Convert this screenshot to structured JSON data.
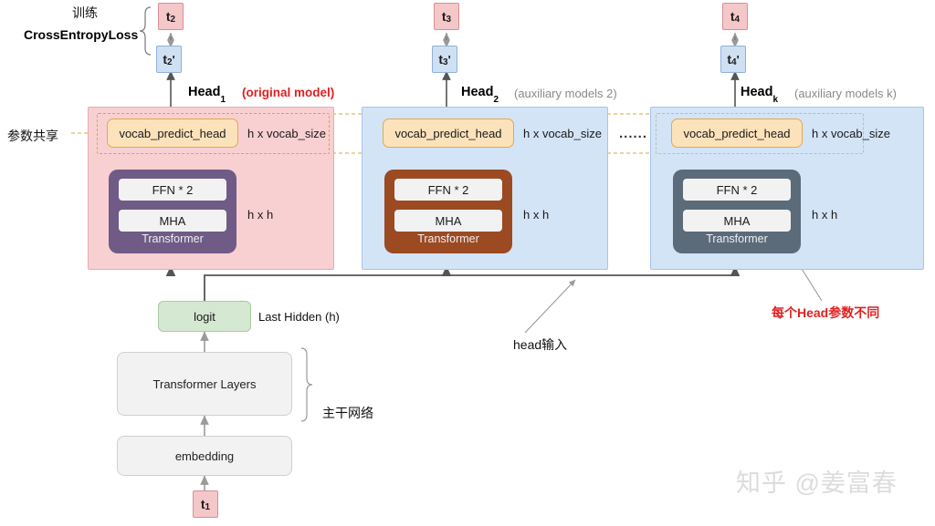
{
  "diagram": {
    "title_labels": {
      "train": "训练",
      "loss": "CrossEntropyLoss",
      "param_share": "参数共享",
      "backbone": "主干网络",
      "head_input": "head输入",
      "each_head_diff": "每个Head参数不同",
      "last_hidden": "Last Hidden (h)"
    },
    "dots": "......",
    "watermark": "知乎 @姜富春",
    "heads": [
      {
        "name_main": "Head",
        "name_sub": "1",
        "caption": "(original model)",
        "caption_style": "red",
        "target_token": "t",
        "target_sub": "2",
        "pred_token": "t",
        "pred_sub": "2",
        "pred_prime": "'",
        "vocab_label": "vocab_predict_head",
        "vocab_dim": "h x vocab_size",
        "tf_label": "Transformer",
        "tf_cell_top": "FFN * 2",
        "tf_cell_bottom": "MHA",
        "tf_dim": "h x h",
        "bg": "#f8d0d2",
        "tf_color": "#6f5b86"
      },
      {
        "name_main": "Head",
        "name_sub": "2",
        "caption": "(auxiliary models 2)",
        "caption_style": "grey",
        "target_token": "t",
        "target_sub": "3",
        "pred_token": "t",
        "pred_sub": "3",
        "pred_prime": "'",
        "vocab_label": "vocab_predict_head",
        "vocab_dim": "h x vocab_size",
        "tf_label": "Transformer",
        "tf_cell_top": "FFN * 2",
        "tf_cell_bottom": "MHA",
        "tf_dim": "h x h",
        "bg": "#d4e4f7",
        "tf_color": "#9b4a22"
      },
      {
        "name_main": "Head",
        "name_sub": "k",
        "caption": "(auxiliary models k)",
        "caption_style": "grey",
        "target_token": "t",
        "target_sub": "4",
        "pred_token": "t",
        "pred_sub": "4",
        "pred_prime": "'",
        "vocab_label": "vocab_predict_head",
        "vocab_dim": "h x vocab_size",
        "tf_label": "Transformer",
        "tf_cell_top": "FFN * 2",
        "tf_cell_bottom": "MHA",
        "tf_dim": "h x h",
        "bg": "#d4e4f7",
        "tf_color": "#5b6b7a"
      }
    ],
    "backbone": {
      "logit": "logit",
      "transformer_layers": "Transformer Layers",
      "embedding": "embedding",
      "input_token": "t",
      "input_token_sub": "1"
    },
    "colors": {
      "head1_bg": "#f8d0d2",
      "head_aux_bg": "#d4e4f7",
      "vocab_fill": "#fce2bb",
      "vocab_stroke": "#e0a94e",
      "target_token": "#f4c7c9",
      "pred_token": "#cfe0f3",
      "logit_fill": "#d5e8d1",
      "accent_red": "#e02020",
      "arrow": "#555555",
      "dashed_orange": "#e2a33f"
    }
  }
}
